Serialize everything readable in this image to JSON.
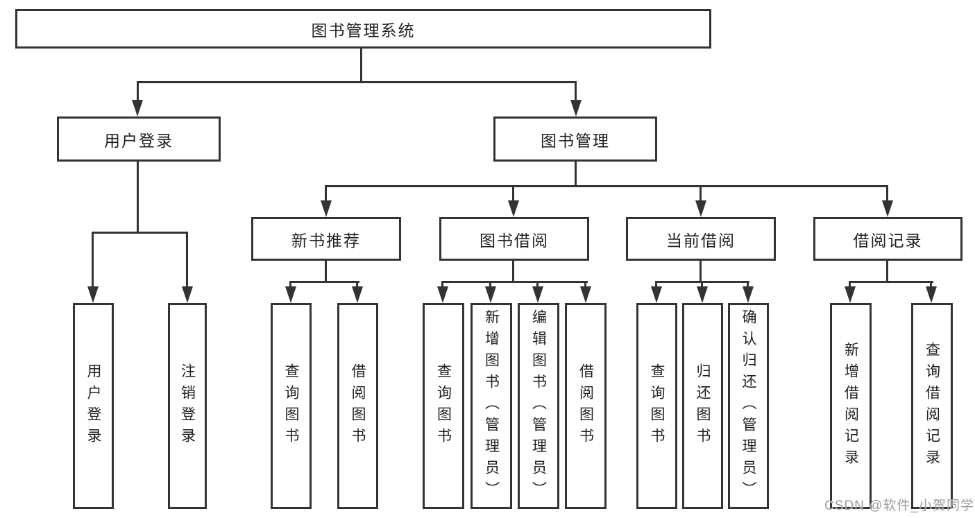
{
  "tree": {
    "label": "图书管理系统",
    "children": [
      {
        "label": "用户登录",
        "children": [
          {
            "label": "用户登录"
          },
          {
            "label": "注销登录"
          }
        ]
      },
      {
        "label": "图书管理",
        "children": [
          {
            "label": "新书推荐",
            "children": [
              {
                "label": "查询图书"
              },
              {
                "label": "借阅图书"
              }
            ]
          },
          {
            "label": "图书借阅",
            "children": [
              {
                "label": "查询图书"
              },
              {
                "label": "新增图书（管理员）"
              },
              {
                "label": "编辑图书（管理员）"
              },
              {
                "label": "借阅图书"
              }
            ]
          },
          {
            "label": "当前借阅",
            "children": [
              {
                "label": "查询图书"
              },
              {
                "label": "归还图书"
              },
              {
                "label": "确认归还（管理员）"
              }
            ]
          },
          {
            "label": "借阅记录",
            "children": [
              {
                "label": "新增借阅记录"
              },
              {
                "label": "查询借阅记录"
              }
            ]
          }
        ]
      }
    ]
  },
  "watermark": {
    "text": "CSDN @软件_小贺同学"
  },
  "colors": {
    "line": "#333333",
    "node_border": "#333333",
    "node_fill": "#ffffff",
    "text": "#1f1f1f",
    "watermark": "#9c9c9c",
    "background": "#ffffff"
  }
}
